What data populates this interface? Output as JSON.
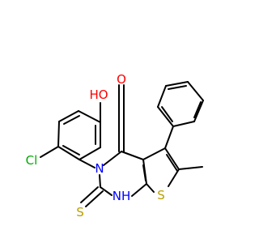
{
  "molecule": {
    "atoms": {
      "oh": {
        "text": "HO",
        "color": "#ff0000"
      },
      "carbonyl_o": {
        "text": "O",
        "color": "#ff0000"
      },
      "cl": {
        "text": "Cl",
        "color": "#00aa00"
      },
      "n3": {
        "text": "N",
        "color": "#0000ff"
      },
      "thione_s": {
        "text": "S",
        "color": "#b8a000"
      },
      "nh": {
        "text": "NH",
        "color": "#0000ff"
      },
      "ring_s": {
        "text": "S",
        "color": "#b8a000"
      }
    }
  }
}
